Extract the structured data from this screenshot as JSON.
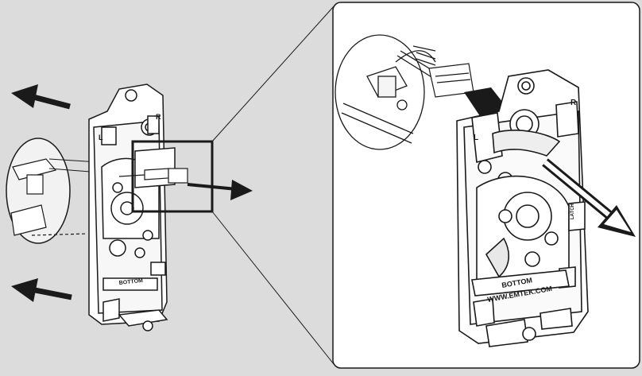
{
  "left_view": {
    "label_left": "L",
    "label_right": "R",
    "label_bottom": "BOTTOM"
  },
  "detail_view": {
    "label_left": "L",
    "label_right": "R",
    "label_bottom": "BOTTOM",
    "label_website": "WWW.EMTEK.COM",
    "label_latch": "LATCH"
  },
  "colors": {
    "background": "#dcdcdc",
    "panel": "#ffffff",
    "stroke": "#1a1a1a",
    "arrow": "#1a1a1a"
  }
}
